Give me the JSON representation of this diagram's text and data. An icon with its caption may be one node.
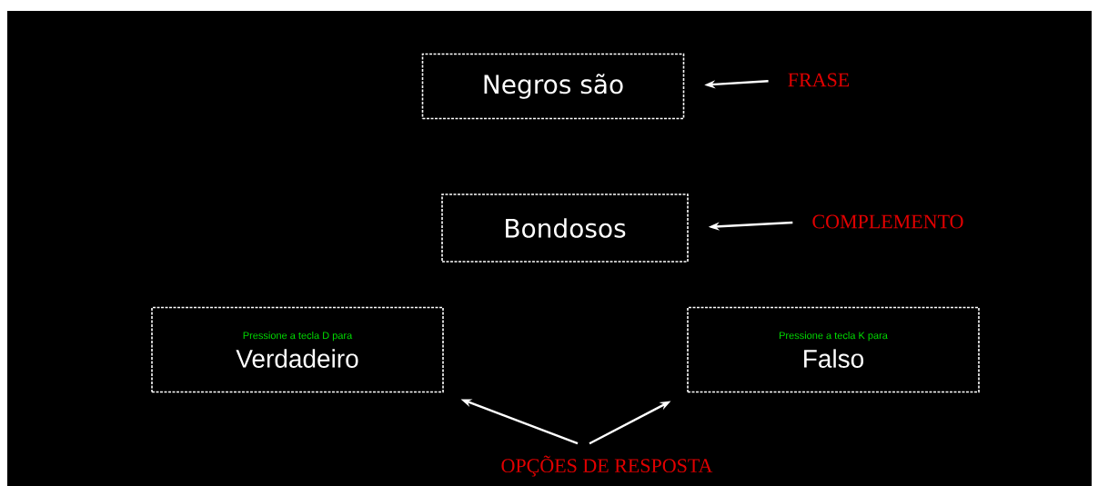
{
  "diagram": {
    "nodes": [
      {
        "text": [
          "Negros são"
        ]
      },
      {
        "text": [
          "FRASE"
        ]
      },
      {
        "text": [
          "Bondosos"
        ]
      },
      {
        "text": [
          "COMPLEMENTO"
        ]
      },
      {
        "text": [
          "Pressione a tecla D para",
          "Verdadeiro"
        ]
      },
      {
        "text": [
          "Pressione a tecla K para",
          "Falso"
        ]
      },
      {
        "text": [
          "OPÇÕES DE RESPOSTA"
        ]
      }
    ],
    "edges": [
      {
        "from": 1,
        "to": 0,
        "arrow": "to"
      },
      {
        "from": 3,
        "to": 2,
        "arrow": "to"
      },
      {
        "from": 6,
        "to": 4,
        "arrow": "to"
      },
      {
        "from": 6,
        "to": 5,
        "arrow": "to"
      }
    ]
  }
}
